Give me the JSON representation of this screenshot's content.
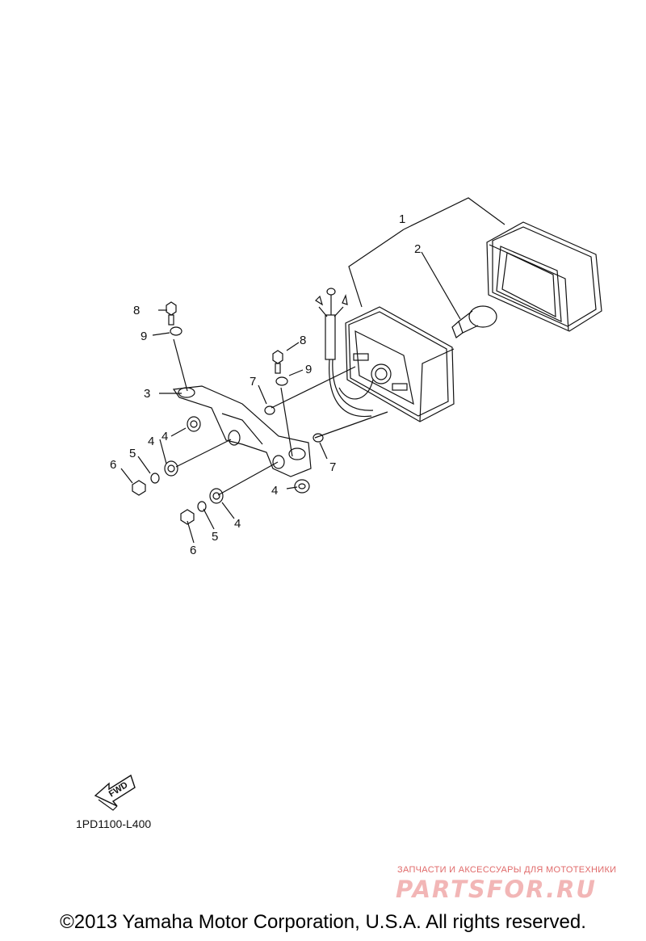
{
  "diagram": {
    "callouts": [
      {
        "id": "c1",
        "text": "1"
      },
      {
        "id": "c2",
        "text": "2"
      },
      {
        "id": "c3",
        "text": "3"
      },
      {
        "id": "c4a",
        "text": "4"
      },
      {
        "id": "c4b",
        "text": "4"
      },
      {
        "id": "c4c",
        "text": "4"
      },
      {
        "id": "c4d",
        "text": "4"
      },
      {
        "id": "c5a",
        "text": "5"
      },
      {
        "id": "c5b",
        "text": "5"
      },
      {
        "id": "c6a",
        "text": "6"
      },
      {
        "id": "c6b",
        "text": "6"
      },
      {
        "id": "c7a",
        "text": "7"
      },
      {
        "id": "c7b",
        "text": "7"
      },
      {
        "id": "c8a",
        "text": "8"
      },
      {
        "id": "c8b",
        "text": "8"
      },
      {
        "id": "c9a",
        "text": "9"
      },
      {
        "id": "c9b",
        "text": "9"
      }
    ],
    "fwd_label": "FWD",
    "diagram_code": "1PD1100-L400"
  },
  "watermark": {
    "tagline": "ЗАПЧАСТИ И АКСЕССУАРЫ ДЛЯ МОТОТЕХНИКИ",
    "brand": "PARTSFOR.RU"
  },
  "footer": {
    "copyright": "©2013 Yamaha Motor Corporation, U.S.A. All rights reserved."
  }
}
